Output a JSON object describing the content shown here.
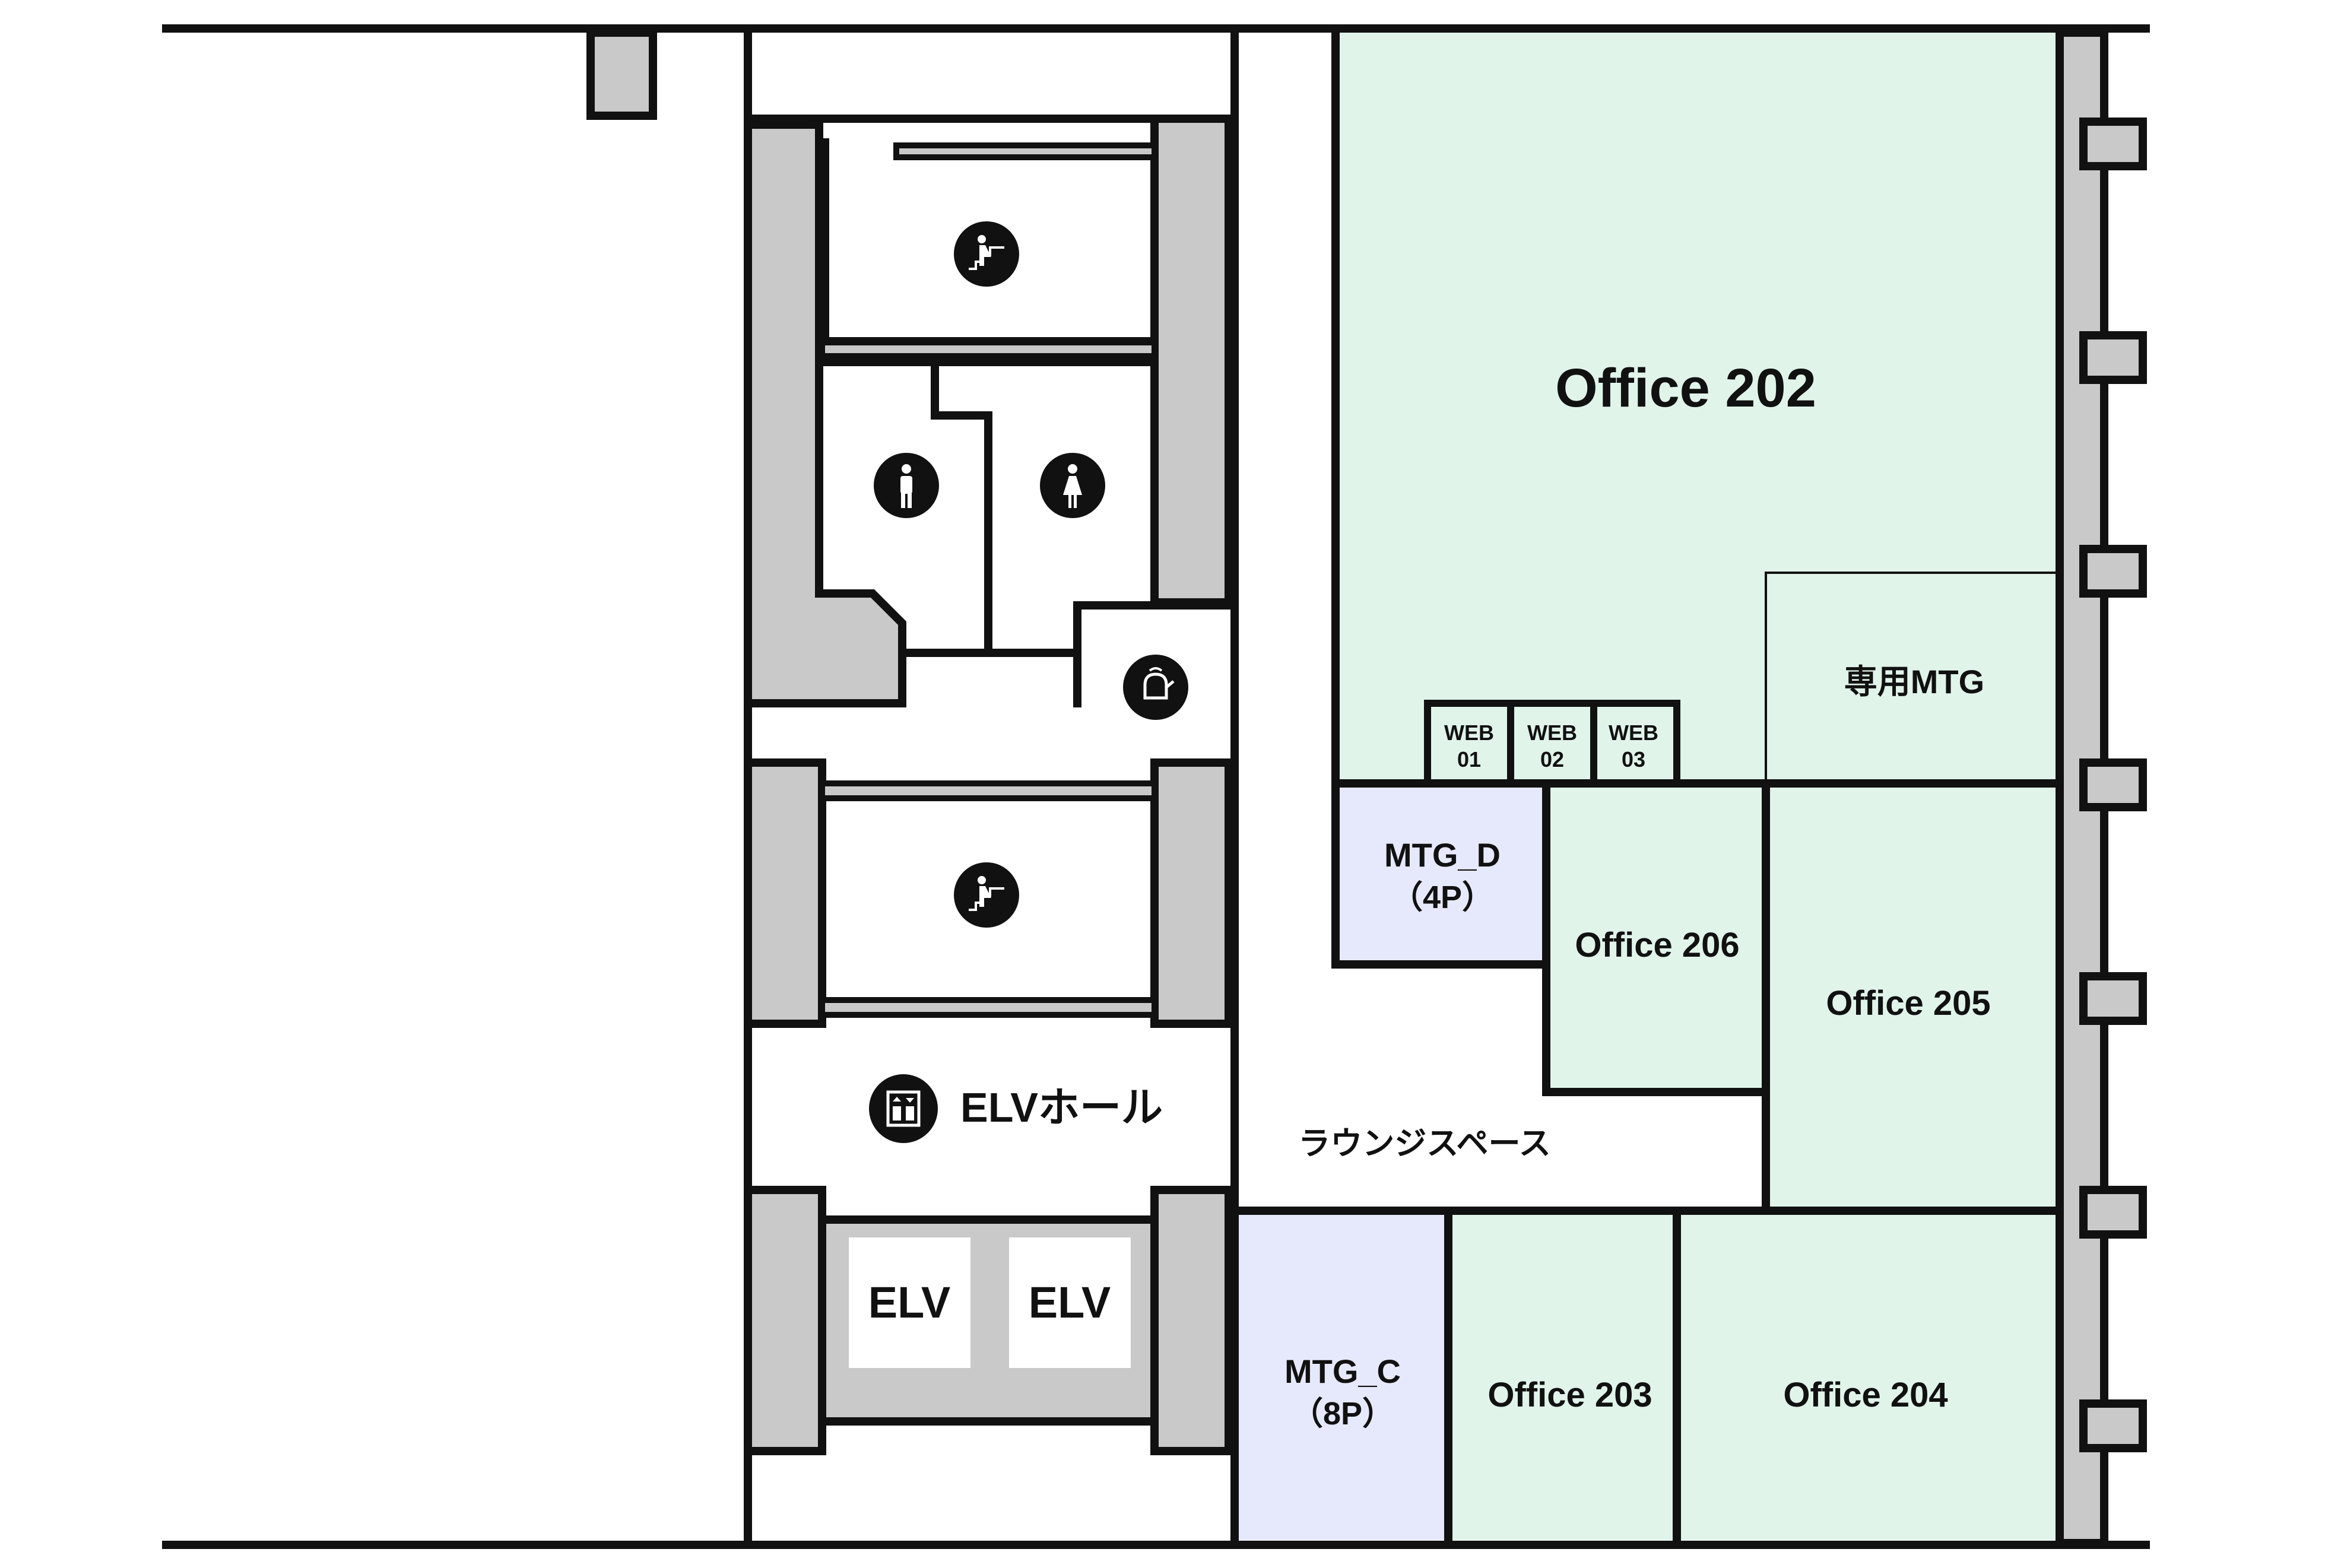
{
  "colors": {
    "wall": "#111111",
    "core": "#c9c9c9",
    "office": "#e0f4ea",
    "meeting": "#e6e9fb",
    "floor": "#ffffff"
  },
  "rooms": {
    "office_202": "Office 202",
    "dedicated_mtg": "専用MTG",
    "web01_a": "WEB",
    "web01_b": "01",
    "web02_a": "WEB",
    "web02_b": "02",
    "web03_a": "WEB",
    "web03_b": "03",
    "mtg_d_name": "MTG_D",
    "mtg_d_cap": "（4P）",
    "office_206": "Office 206",
    "office_205": "Office 205",
    "lounge": "ラウンジスペース",
    "mtg_c_name": "MTG_C",
    "mtg_c_cap": "（8P）",
    "office_203": "Office 203",
    "office_204": "Office 204",
    "elv_hall": "ELVホール",
    "elv_left": "ELV",
    "elv_right": "ELV"
  },
  "icons": [
    "stairs-icon",
    "mens-restroom-icon",
    "womens-restroom-icon",
    "kettle-icon",
    "elevator-icon"
  ]
}
